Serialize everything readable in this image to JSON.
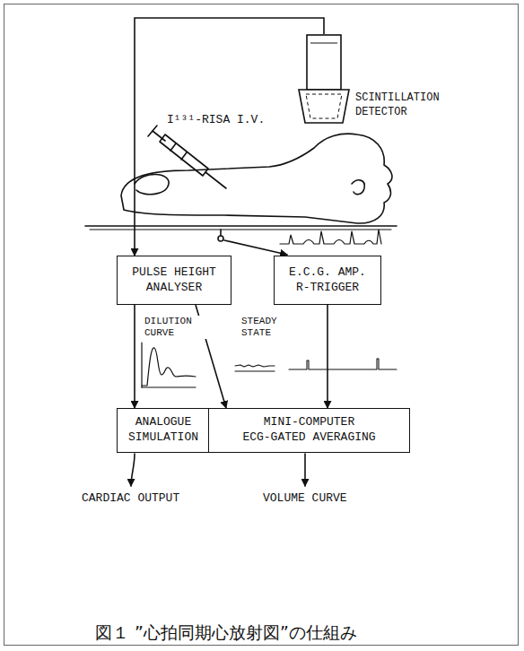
{
  "diagram": {
    "caption": "図１ ”心拍同期心放射図”の仕組み",
    "nodes": [
      {
        "text": [
          "SCINTILLATION DETECTOR"
        ]
      },
      {
        "text": [
          "PULSE HEIGHT ANALYSER"
        ]
      },
      {
        "text": [
          "E.C.G. AMP. R-TRIGGER"
        ]
      },
      {
        "text": [
          "ANALOGUE SIMULATION"
        ]
      },
      {
        "text": [
          "MINI-COMPUTER",
          "ECG-GATED AVERAGING"
        ]
      }
    ],
    "edges": [
      {
        "from": 0,
        "to": 1,
        "arrow": "to"
      },
      {
        "from": 1,
        "to": 3,
        "label": "DILUTION CURVE",
        "arrow": "to"
      },
      {
        "from": 1,
        "to": 4,
        "label": "STEADY STATE",
        "arrow": "to"
      },
      {
        "from": 2,
        "to": 4,
        "arrow": "to"
      }
    ],
    "labels": [
      "I¹³¹-RISA I.V.",
      "CARDIAC OUTPUT",
      "VOLUME CURVE"
    ]
  }
}
